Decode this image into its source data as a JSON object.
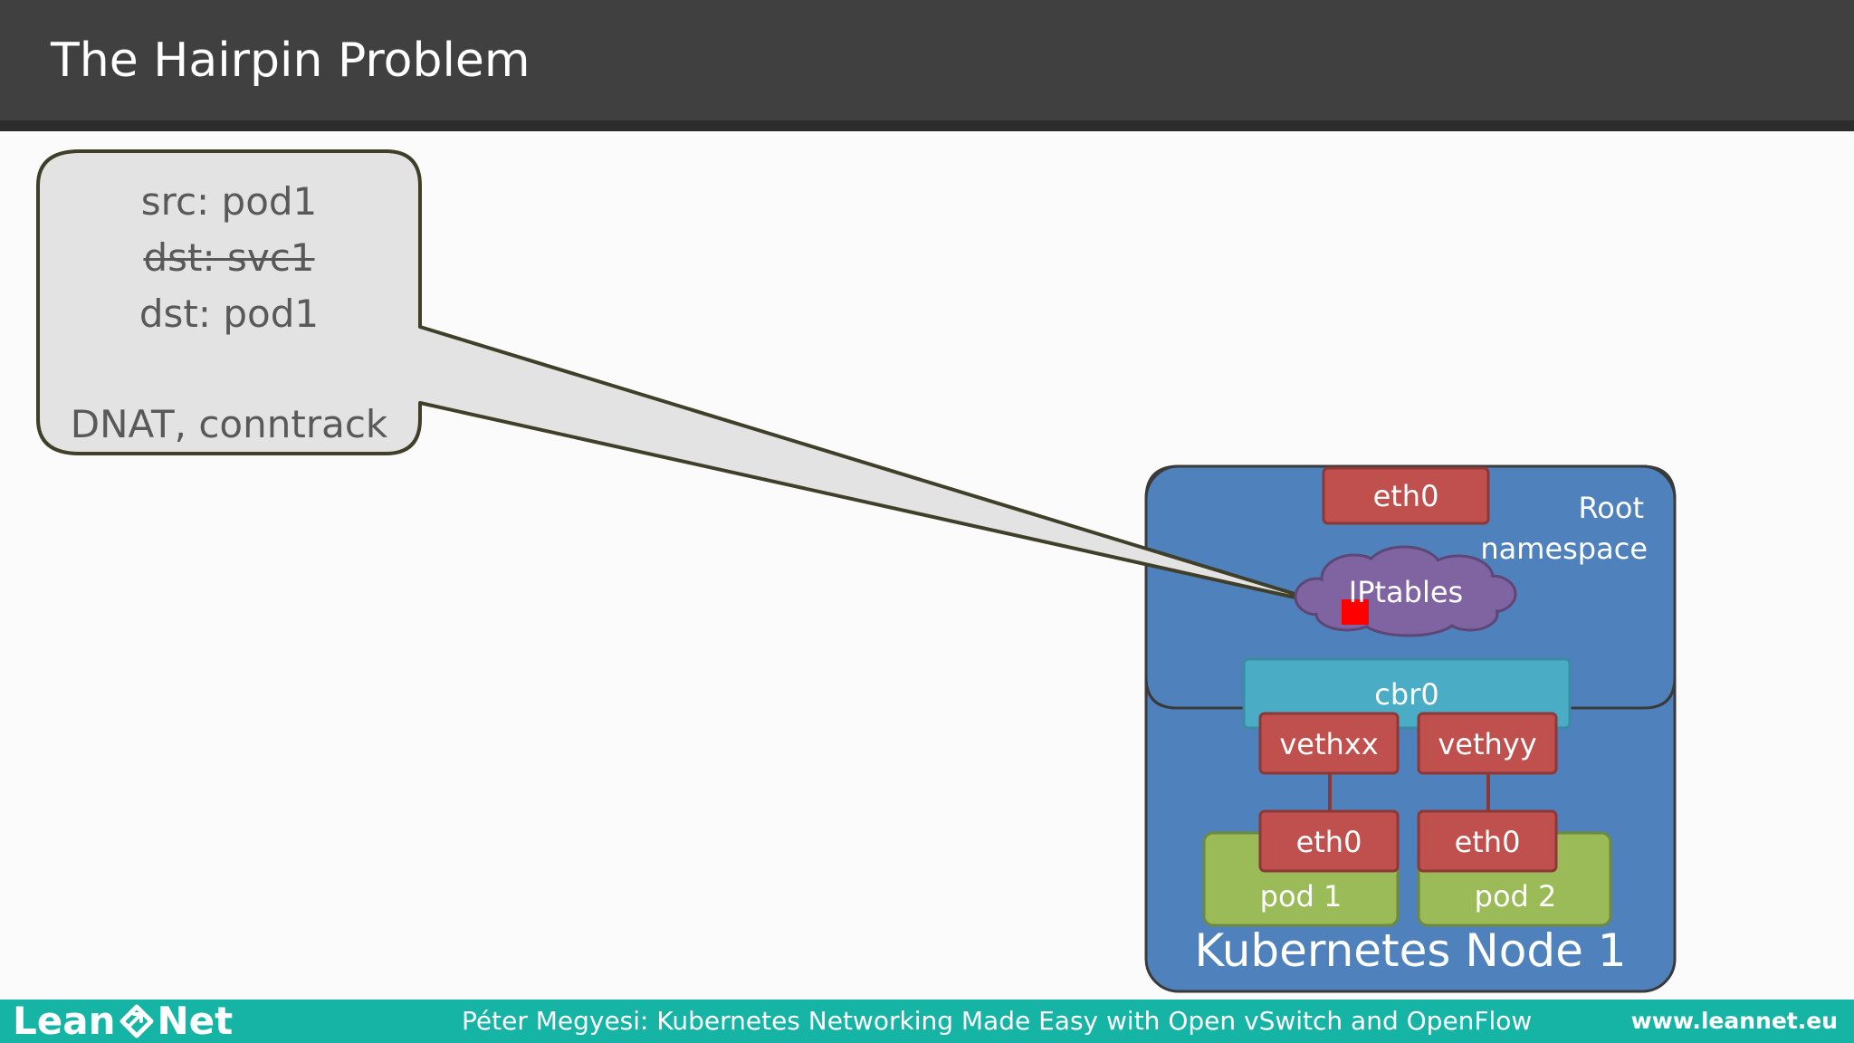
{
  "slide": {
    "title": "The Hairpin Problem"
  },
  "callout": {
    "src": "src: pod1",
    "dst_struck": "dst: svc1",
    "dst": "dst: pod1",
    "note": "DNAT, conntrack"
  },
  "node": {
    "name": "Kubernetes Node 1",
    "root_label_line1": "Root",
    "root_label_line2": "namespace",
    "eth0_host": "eth0",
    "iptables": "IPtables",
    "bridge": "cbr0",
    "veth_a": "vethxx",
    "veth_b": "vethyy",
    "pod1_eth": "eth0",
    "pod2_eth": "eth0",
    "pod1": "pod 1",
    "pod2": "pod 2"
  },
  "colors": {
    "node_fill": "#4f81bd",
    "interface_fill": "#c0504d",
    "bridge_fill": "#4bacc6",
    "pod_fill": "#9bbb59",
    "iptables_fill": "#8064a2",
    "marker": "#ff0000",
    "footer": "#16b4a4",
    "title_bar": "#404040"
  },
  "footer": {
    "logo_left": "Lean",
    "logo_right": "Net",
    "logo_icon": "leaf-arrow-icon",
    "presentation": "Péter Megyesi: Kubernetes Networking Made Easy with Open vSwitch and OpenFlow",
    "url": "www.leannet.eu"
  }
}
